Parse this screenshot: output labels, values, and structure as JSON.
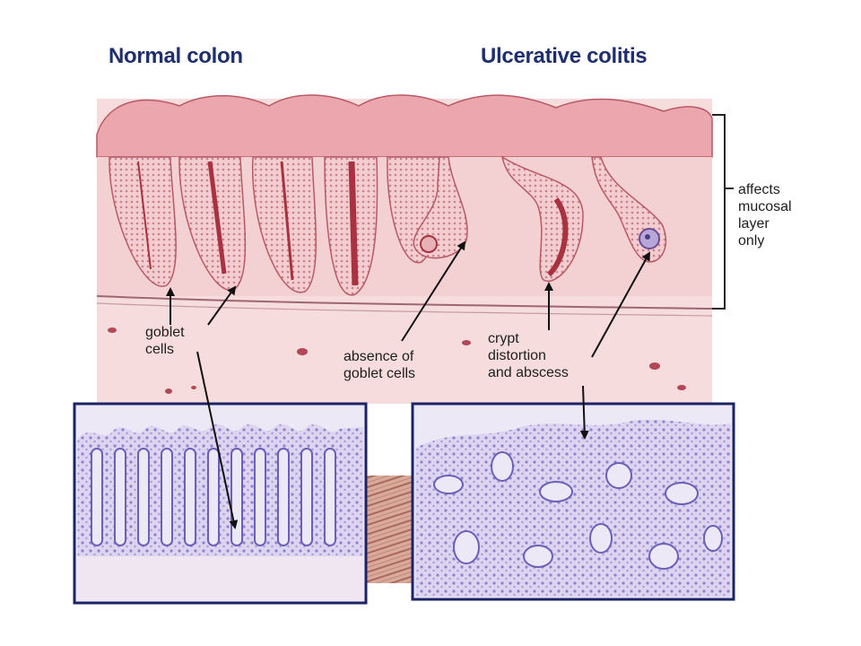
{
  "headings": {
    "normal": "Normal colon",
    "ulcerative": "Ulcerative colitis"
  },
  "labels": {
    "goblet_cells": [
      "goblet",
      "cells"
    ],
    "absence_of_goblet_cells": [
      "absence of",
      "goblet cells"
    ],
    "crypt_distortion": [
      "crypt",
      "distortion",
      "and abscess"
    ],
    "mucosal_layer": [
      "affects",
      "mucosal",
      "layer",
      "only"
    ]
  },
  "colors": {
    "heading": "#1f2f6e",
    "tissue_background": "#f6dcdc",
    "mucosa": "#eba7ad",
    "mucosa_outline": "#b85a66",
    "crypt_lumen": "#a8323f",
    "micrograph_frame": "#1c2466",
    "micrograph_stain": "#7a6ec7",
    "micrograph_background": "#ece8f6"
  }
}
